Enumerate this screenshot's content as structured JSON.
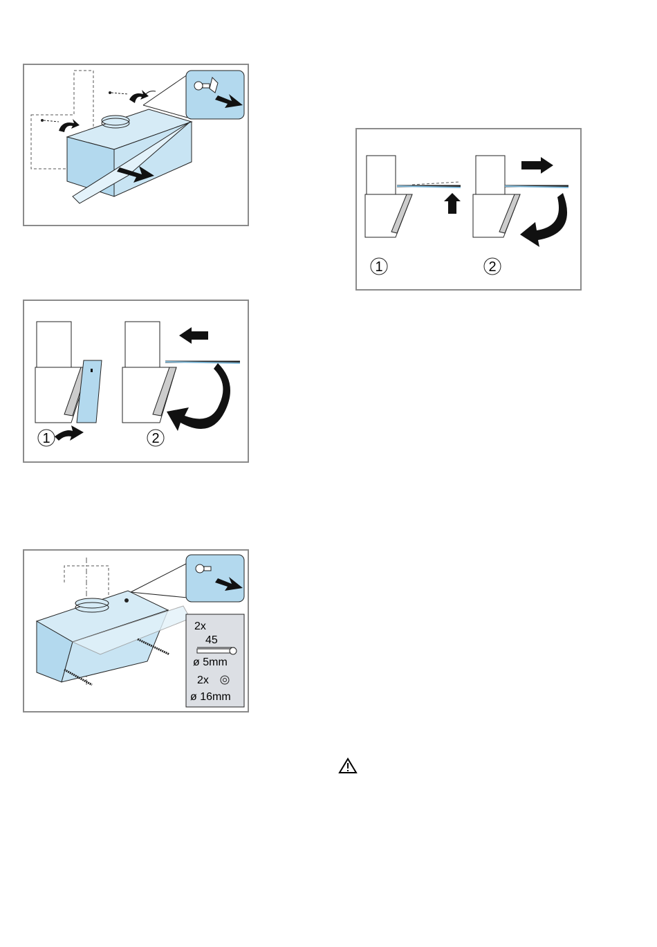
{
  "colors": {
    "blue": "#b3d9ee",
    "blue_light": "#d6ebf6",
    "frame": "#8a8a8a",
    "dark": "#111111",
    "spec_bg": "#dcdfe4"
  },
  "fig2": {
    "step1": "1",
    "step2": "2"
  },
  "fig3": {
    "step1": "1",
    "step2": "2"
  },
  "fig4": {
    "screw_qty": "2x",
    "screw_length": "45",
    "screw_diameter": "ø 5mm",
    "washer_qty": "2x",
    "washer_diameter": "ø 16mm"
  },
  "icons": [
    "screw-icon",
    "arrow-icon",
    "warning-icon"
  ]
}
